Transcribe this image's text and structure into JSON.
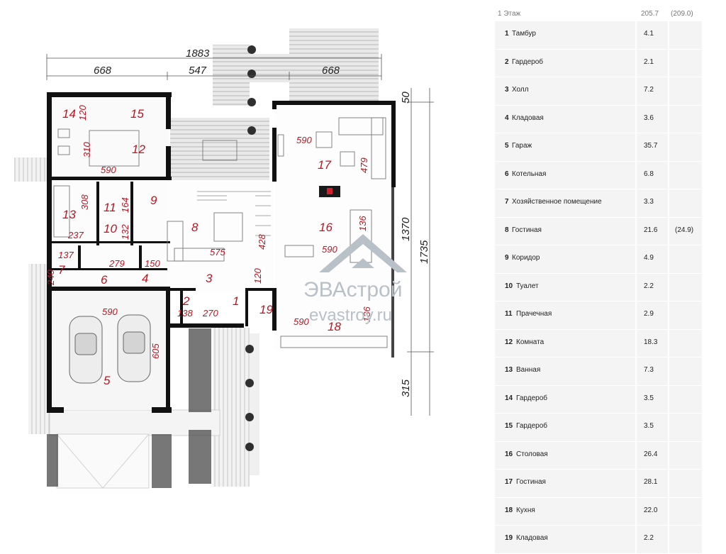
{
  "plan": {
    "overall_dims": [
      "1883",
      "668",
      "547",
      "668",
      "50",
      "1370",
      "1735",
      "315"
    ],
    "room_dims": [
      "120",
      "310",
      "590",
      "308",
      "164",
      "132",
      "237",
      "137",
      "279",
      "150",
      "240",
      "575",
      "428",
      "590",
      "479",
      "590",
      "138",
      "270",
      "120",
      "590",
      "605",
      "136",
      "590",
      "136"
    ],
    "watermark": {
      "brand": "ЭВАстрой",
      "site": "evastroy.ru"
    }
  },
  "table": {
    "header": {
      "label": "1 Этаж",
      "area": "205.7",
      "alt": "(209.0)"
    },
    "rows": [
      {
        "num": "1",
        "name": "Тамбур",
        "area": "4.1",
        "alt": ""
      },
      {
        "num": "2",
        "name": "Гардероб",
        "area": "2.1",
        "alt": ""
      },
      {
        "num": "3",
        "name": "Холл",
        "area": "7.2",
        "alt": ""
      },
      {
        "num": "4",
        "name": "Кладовая",
        "area": "3.6",
        "alt": ""
      },
      {
        "num": "5",
        "name": "Гараж",
        "area": "35.7",
        "alt": ""
      },
      {
        "num": "6",
        "name": "Котельная",
        "area": "6.8",
        "alt": ""
      },
      {
        "num": "7",
        "name": "Хозяйственное помещение",
        "area": "3.3",
        "alt": ""
      },
      {
        "num": "8",
        "name": "Гостиная",
        "area": "21.6",
        "alt": "(24.9)"
      },
      {
        "num": "9",
        "name": "Коридор",
        "area": "4.9",
        "alt": ""
      },
      {
        "num": "10",
        "name": "Туалет",
        "area": "2.2",
        "alt": ""
      },
      {
        "num": "11",
        "name": "Прачечная",
        "area": "2.9",
        "alt": ""
      },
      {
        "num": "12",
        "name": "Комната",
        "area": "18.3",
        "alt": ""
      },
      {
        "num": "13",
        "name": "Ванная",
        "area": "7.3",
        "alt": ""
      },
      {
        "num": "14",
        "name": "Гардероб",
        "area": "3.5",
        "alt": ""
      },
      {
        "num": "15",
        "name": "Гардероб",
        "area": "3.5",
        "alt": ""
      },
      {
        "num": "16",
        "name": "Столовая",
        "area": "26.4",
        "alt": ""
      },
      {
        "num": "17",
        "name": "Гостиная",
        "area": "28.1",
        "alt": ""
      },
      {
        "num": "18",
        "name": "Кухня",
        "area": "22.0",
        "alt": ""
      },
      {
        "num": "19",
        "name": "Кладовая",
        "area": "2.2",
        "alt": ""
      }
    ]
  }
}
